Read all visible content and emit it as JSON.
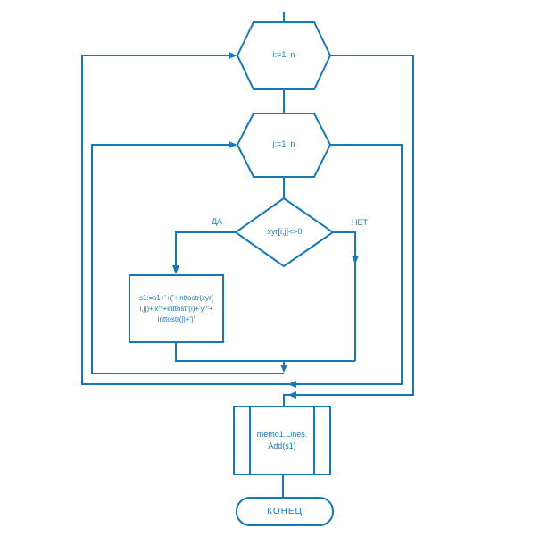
{
  "colors": {
    "line": "#1878b6",
    "text": "#1878b6",
    "background": "#ffffff",
    "shape_fill": "#ffffff"
  },
  "flowchart": {
    "outer_loop": {
      "label": "i:=1, n"
    },
    "inner_loop": {
      "label": "j:=1, n"
    },
    "decision": {
      "label": "xyr[i,j]<>0",
      "yes_label": "ДА",
      "no_label": "НЕТ"
    },
    "process": {
      "lines": [
        "s1:=s1+'+('+inttostr(xyr[",
        "i,j])+'x^'+inttostr(i)+'y^'+",
        "inttostr(j)+')'"
      ],
      "full_text": "s1:=s1+'+('+inttostr(xyr[i,j])+'x^'+inttostr(i)+'y^'+inttostr(j)+')'"
    },
    "output": {
      "lines": [
        "memo1.Lines.",
        "Add(s1)"
      ]
    },
    "terminator": {
      "label": "КОНЕЦ"
    }
  }
}
